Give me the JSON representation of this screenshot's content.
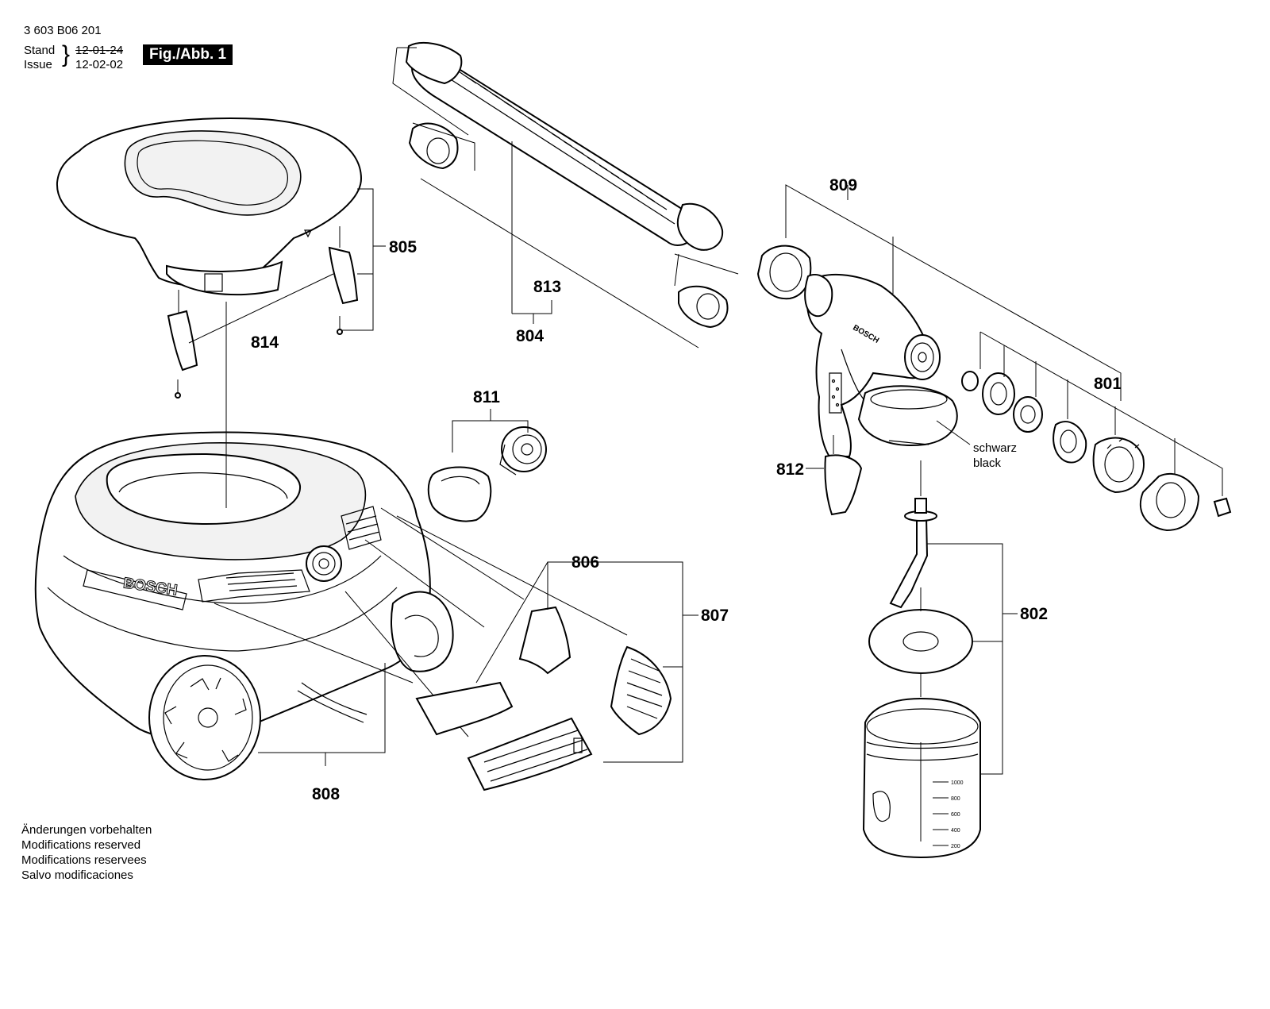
{
  "header": {
    "doc_number": "3 603 B06 201",
    "stand_label": "Stand",
    "issue_label": "Issue",
    "date_old": "12-01-24",
    "date_new": "12-02-02",
    "figure_badge": "Fig./Abb. 1"
  },
  "parts": {
    "p801": "801",
    "p802": "802",
    "p804": "804",
    "p805": "805",
    "p806": "806",
    "p807": "807",
    "p808": "808",
    "p809": "809",
    "p811": "811",
    "p812": "812",
    "p813": "813",
    "p814": "814"
  },
  "annotations": {
    "color_de": "schwarz",
    "color_en": "black",
    "brand_base": "BOSCH",
    "brand_gun": "BOSCH"
  },
  "container_scale": [
    "1000",
    "800",
    "600",
    "400",
    "200"
  ],
  "footer": {
    "line1": "Änderungen vorbehalten",
    "line2": "Modifications reserved",
    "line3": "Modifications reservees",
    "line4": "Salvo modificaciones"
  }
}
